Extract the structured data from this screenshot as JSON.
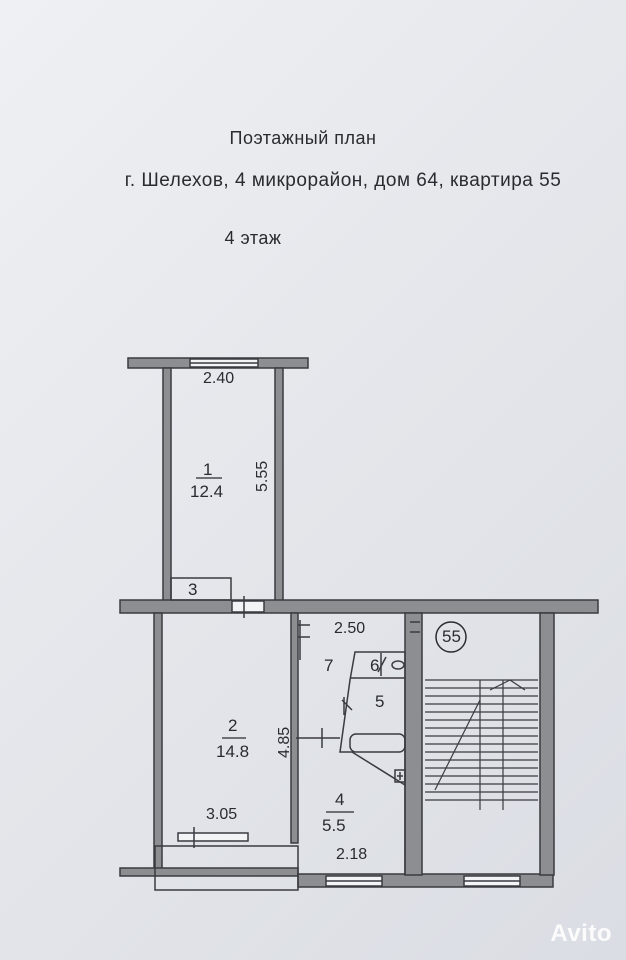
{
  "header": {
    "title": "Поэтажный   план",
    "address": "г. Шелехов,  4 микрорайон,  дом 64, квартира  55",
    "floor": "4  этаж"
  },
  "rooms": [
    {
      "id": "1",
      "area": "12.4"
    },
    {
      "id": "2",
      "area": "14.8"
    },
    {
      "id": "3"
    },
    {
      "id": "4",
      "area": "5.5"
    },
    {
      "id": "5"
    },
    {
      "id": "6"
    },
    {
      "id": "7"
    }
  ],
  "dimensions": {
    "room1_width": "2.40",
    "room1_length": "5.55",
    "corridor_width": "2.50",
    "room2_length": "4.85",
    "room2_width": "3.05",
    "kitchen_width": "2.18"
  },
  "apartment_marker": "55",
  "watermark": "Avito"
}
